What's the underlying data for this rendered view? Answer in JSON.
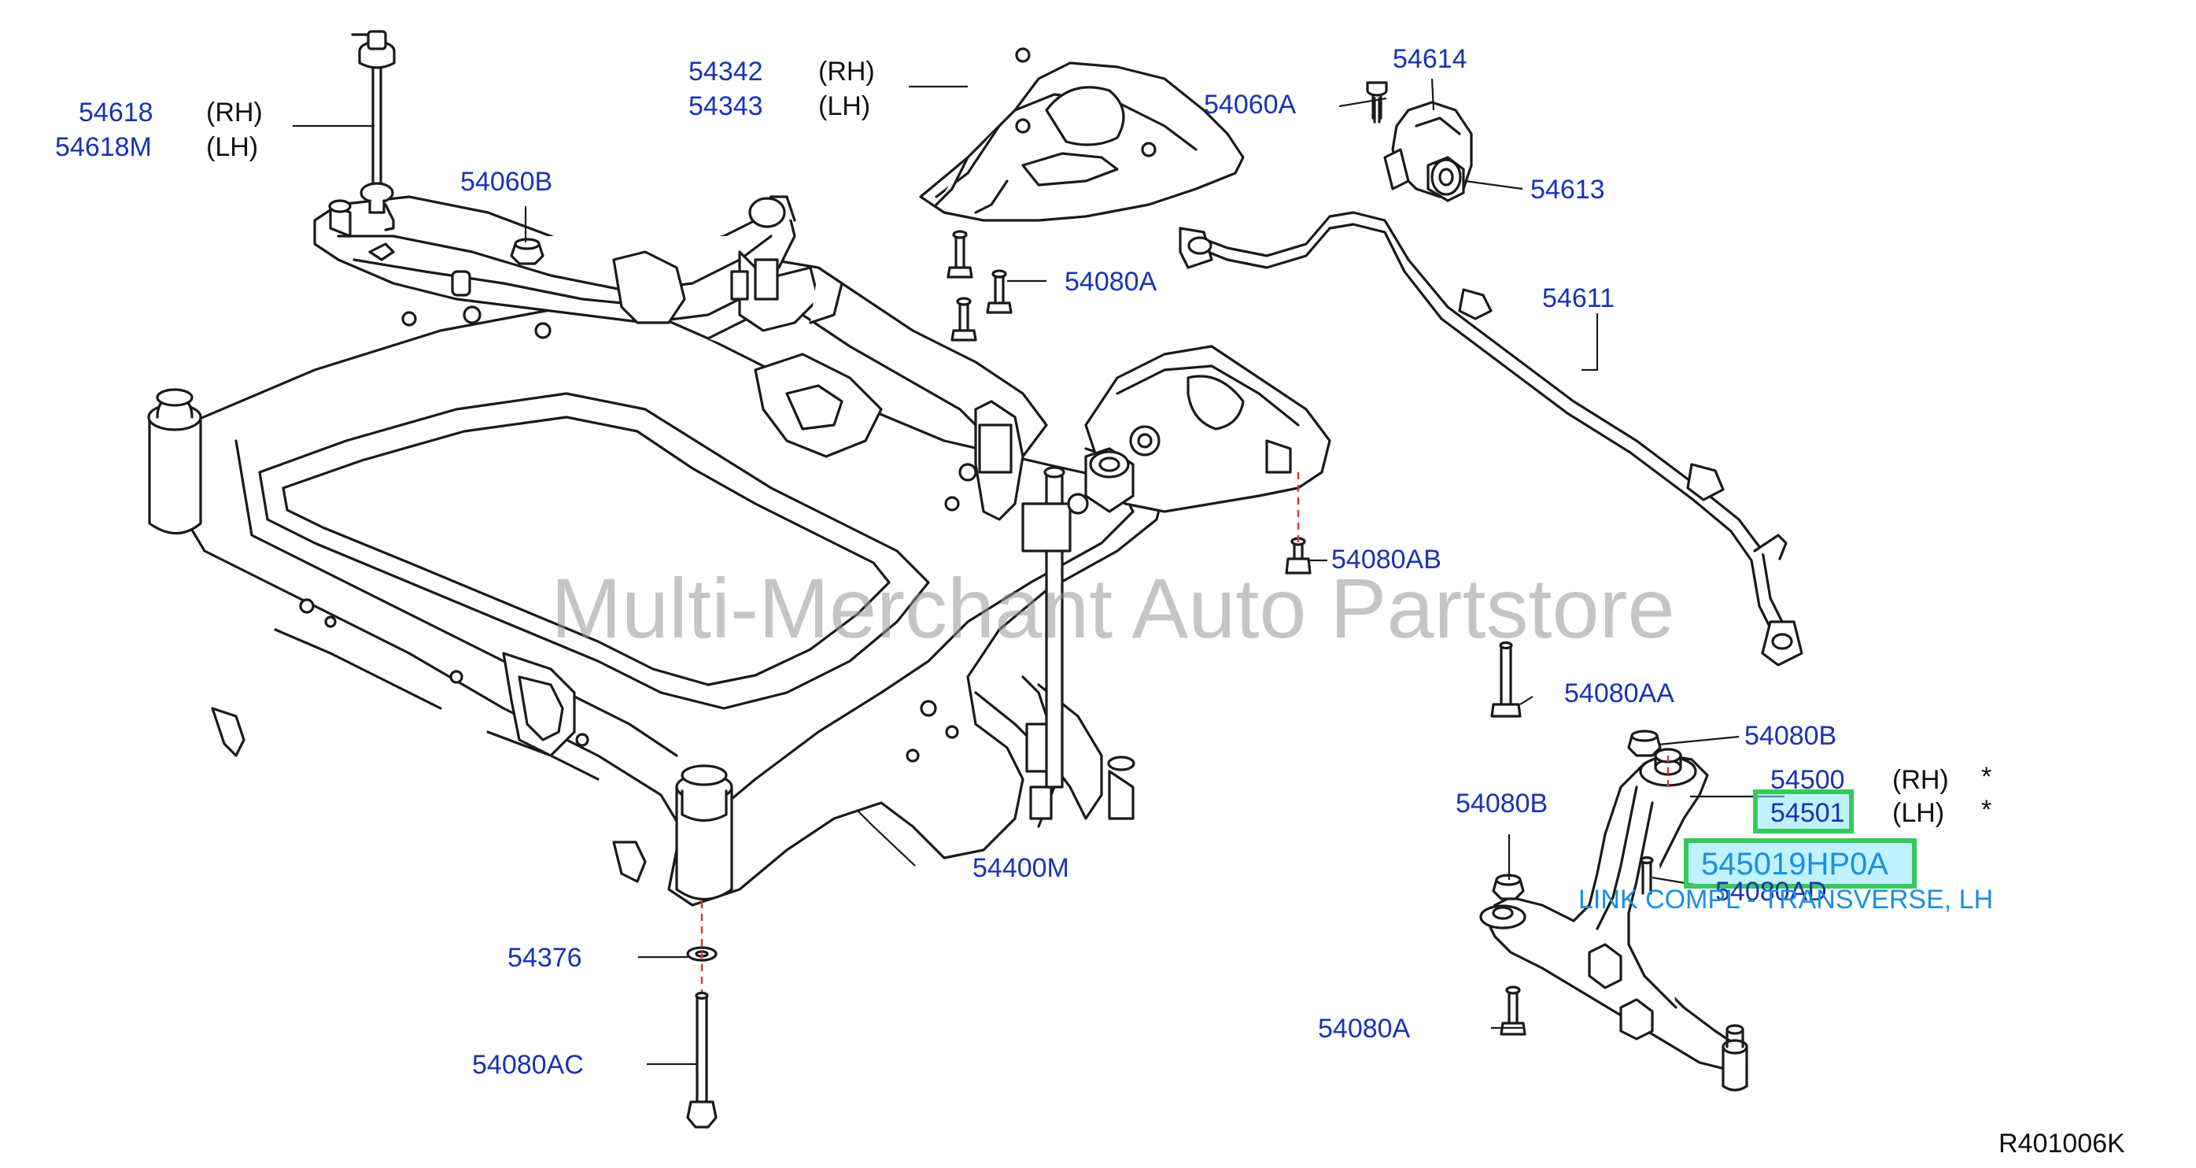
{
  "watermark": "Multi-Merchant Auto Partstore",
  "diagram_code": "R401006K",
  "labels": {
    "p54618": "54618",
    "p54618m": "54618M",
    "rh": "(RH)",
    "lh": "(LH)",
    "p54342": "54342",
    "p54343": "54343",
    "p54060b": "54060B",
    "p54060a": "54060A",
    "p54614": "54614",
    "p54613": "54613",
    "p54611": "54611",
    "p54080a_top": "54080A",
    "p54080ab": "54080AB",
    "p54080aa": "54080AA",
    "p54080b_right": "54080B",
    "p54080b_left": "54080B",
    "p54500": "54500",
    "p54501": "54501",
    "star": "*",
    "p54080ad": "54080AD",
    "p54400m": "54400M",
    "p54376": "54376",
    "p54080ac": "54080AC",
    "p54080a_bottom": "54080A"
  },
  "selection": {
    "part_number": "545019HP0A",
    "description": "LINK COMPL - TRANSVERSE, LH"
  },
  "colors": {
    "part_label": "#1a33b3",
    "highlight_border": "#36c95c",
    "selection_text": "#1a8fe0"
  }
}
